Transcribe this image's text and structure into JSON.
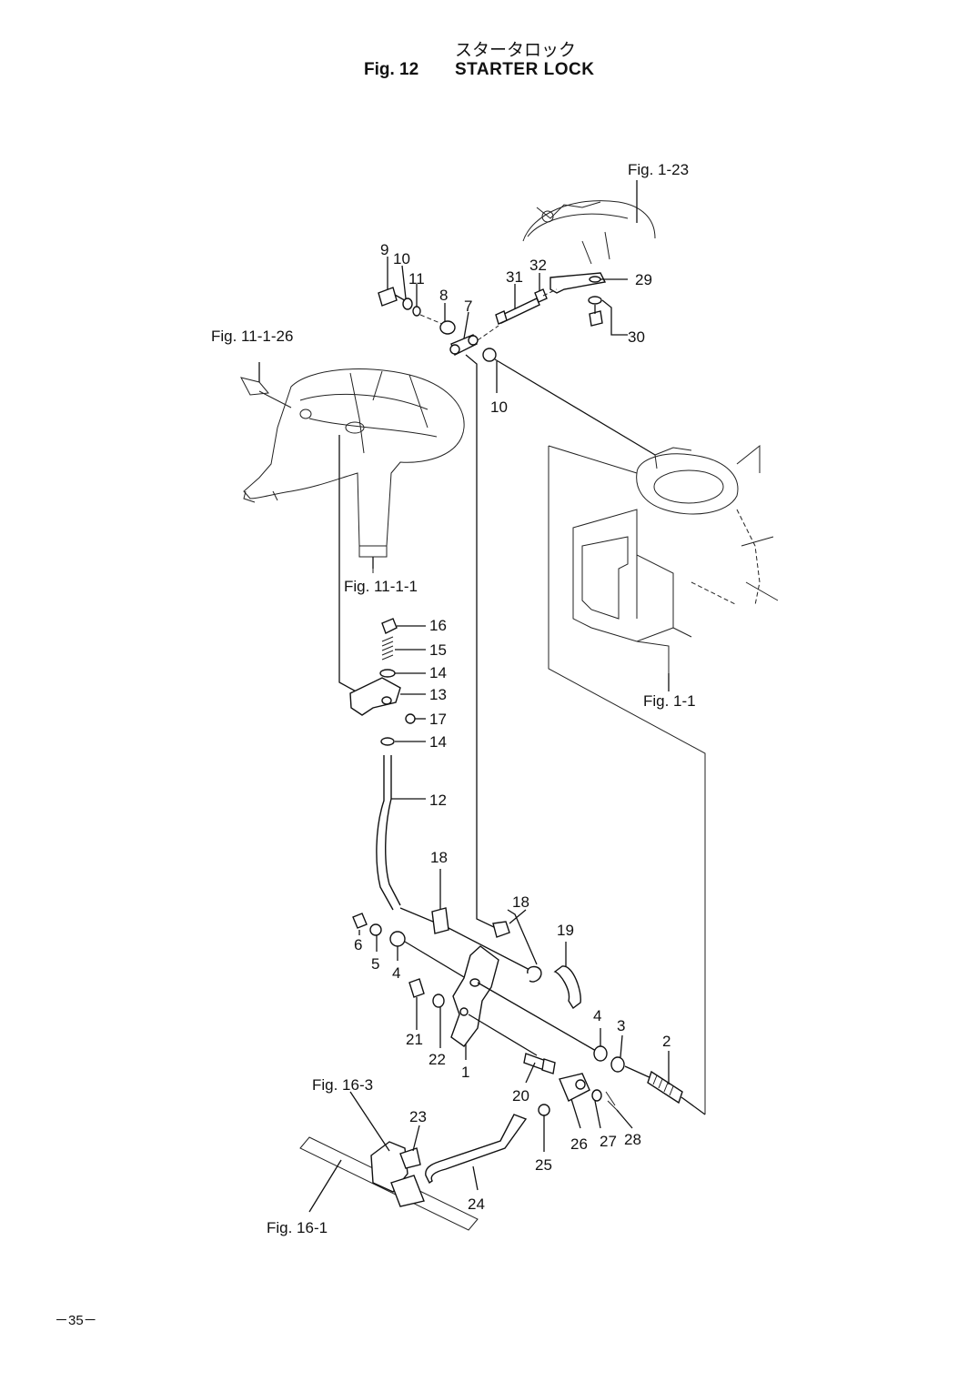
{
  "header": {
    "title_jp": "スタータロック",
    "fig_label": "Fig. 12",
    "title_en": "STARTER LOCK"
  },
  "references": {
    "fig_1_23": "Fig. 1-23",
    "fig_11_1_26": "Fig. 11-1-26",
    "fig_11_1_1": "Fig. 11-1-1",
    "fig_1_1": "Fig. 1-1",
    "fig_16_3": "Fig. 16-3",
    "fig_16_1": "Fig. 16-1"
  },
  "callouts": {
    "p1": "1",
    "p2": "2",
    "p3": "3",
    "p3b": "4",
    "p4": "4",
    "p5": "5",
    "p6": "6",
    "p7": "7",
    "p8": "8",
    "p9": "9",
    "p10a": "10",
    "p10b": "10",
    "p11": "11",
    "p12": "12",
    "p13": "13",
    "p14a": "14",
    "p14b": "14",
    "p15": "15",
    "p16": "16",
    "p17": "17",
    "p18a": "18",
    "p18b": "18",
    "p19": "19",
    "p20": "20",
    "p21": "21",
    "p22": "22",
    "p23": "23",
    "p24": "24",
    "p25": "25",
    "p26": "26",
    "p27": "27",
    "p28": "28",
    "p29": "29",
    "p30": "30",
    "p31": "31",
    "p32": "32"
  },
  "page_number": "－35－"
}
